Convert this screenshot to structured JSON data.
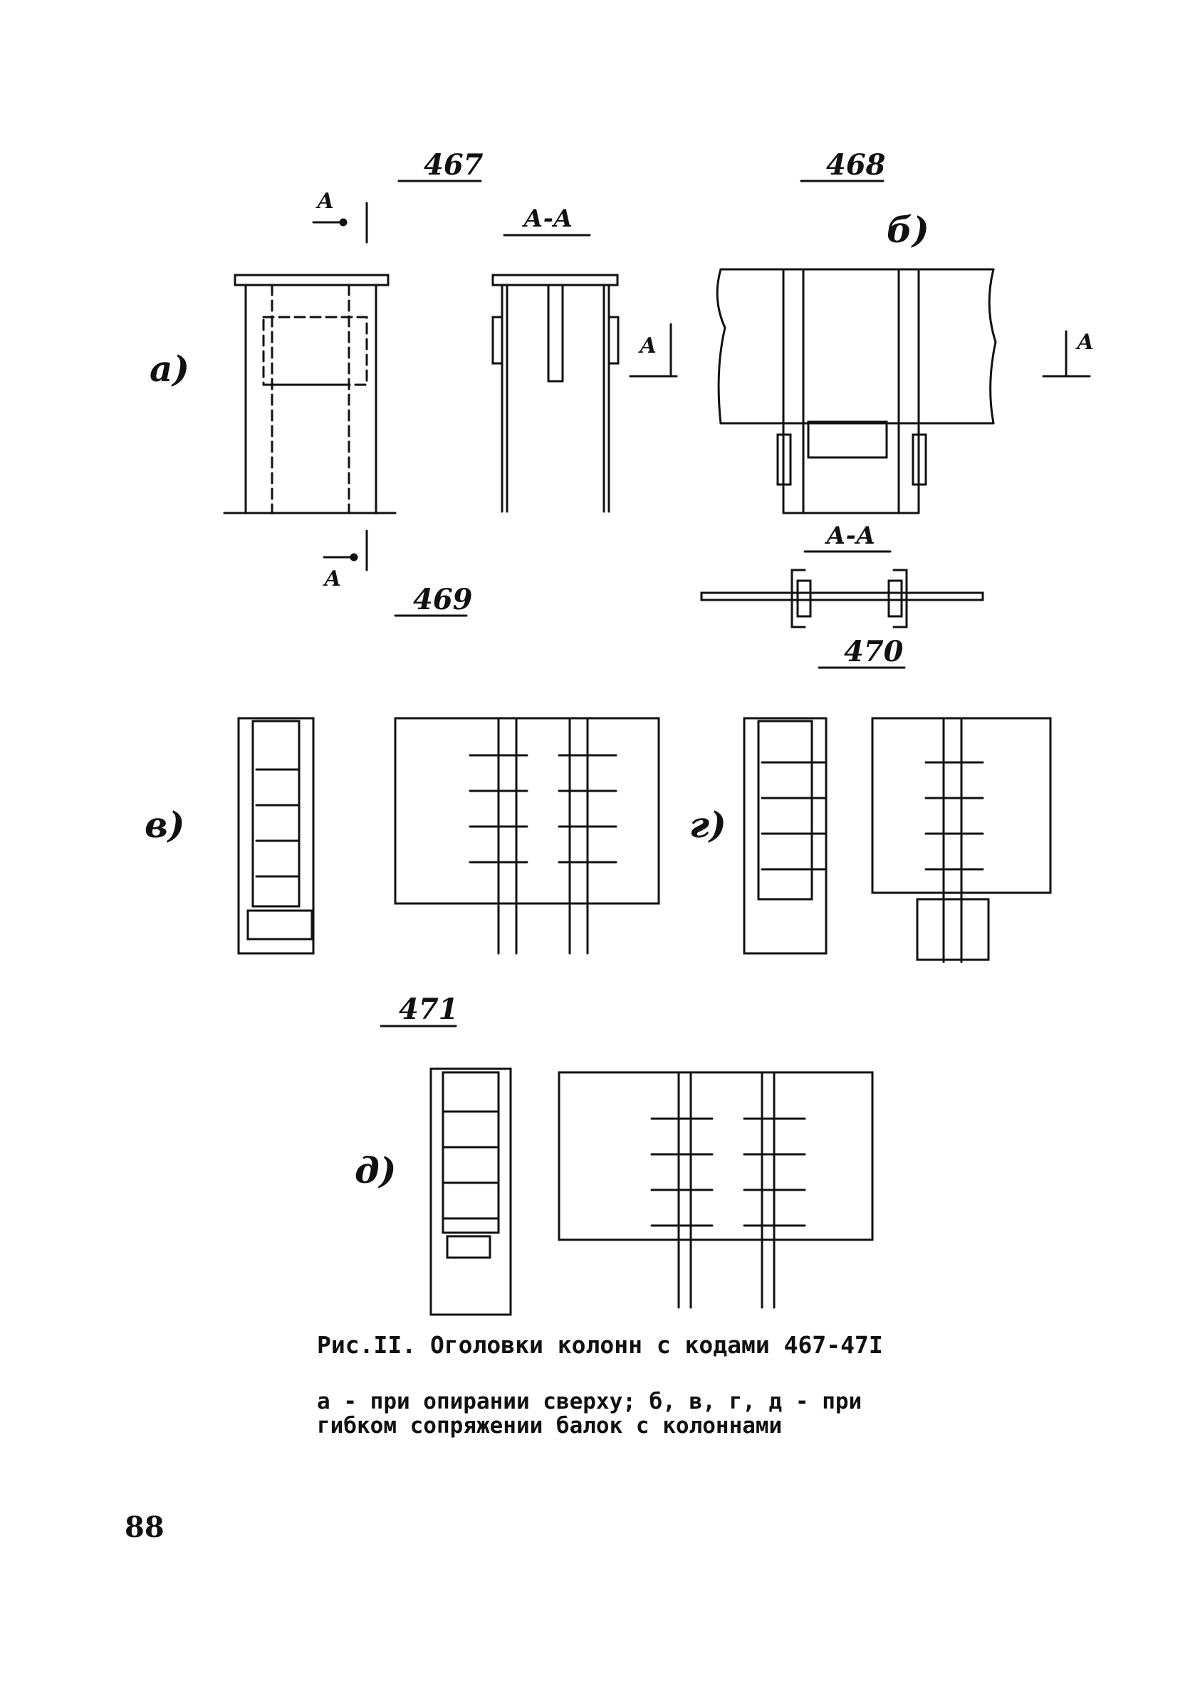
{
  "figure": {
    "codes": {
      "c467": "467",
      "c468": "468",
      "c469": "469",
      "c470": "470",
      "c471": "471"
    },
    "panel_labels": {
      "a": "а)",
      "b": "б)",
      "v": "в)",
      "g": "г)",
      "d": "д)"
    },
    "section_label": "А-А",
    "cut_letter": "А"
  },
  "caption": {
    "title": "Рис.II. Оголовки колонн с кодами 467-47I",
    "description_line1": "а - при опирании сверху; б, в, г, д - при",
    "description_line2": "гибком сопряжении балок с колоннами"
  },
  "page_number": "88"
}
